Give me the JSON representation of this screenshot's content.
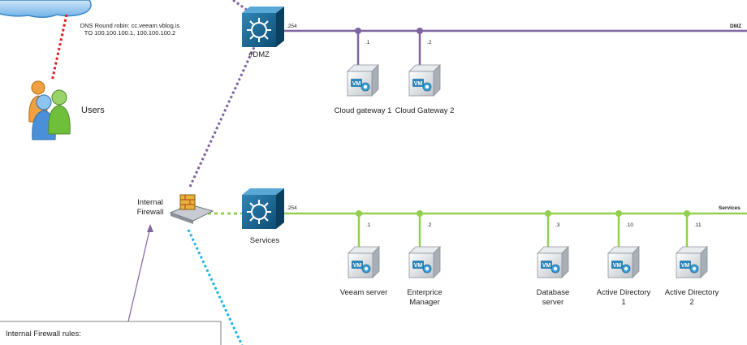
{
  "cloud": {
    "dns_line1": "DNS Round robin: cc.veeam.vblog.is",
    "dns_line2": "TO 100.100.100.1, 100.100.100.2"
  },
  "users": {
    "label": "Users"
  },
  "dmz_switch": {
    "label": "#DMZ",
    "ip": ".254",
    "network": "DMZ"
  },
  "services_switch": {
    "label": "Services",
    "ip": ".254",
    "network": "Services"
  },
  "firewall": {
    "label_line1": "Internal",
    "label_line2": "Firewall"
  },
  "dmz_vms": [
    {
      "ip": ".1",
      "icon": "VM",
      "label_line1": "Cloud gateway 1",
      "label_line2": ""
    },
    {
      "ip": ".2",
      "icon": "VM",
      "label_line1": "Cloud Gateway 2",
      "label_line2": ""
    }
  ],
  "services_vms": [
    {
      "ip": ".1",
      "icon": "VM",
      "label_line1": "Veeam server",
      "label_line2": ""
    },
    {
      "ip": ".2",
      "icon": "VM",
      "label_line1": "Enterprice",
      "label_line2": "Manager"
    },
    {
      "ip": ".3",
      "icon": "VM",
      "label_line1": "Database",
      "label_line2": "server"
    },
    {
      "ip": ".10",
      "icon": "VM",
      "label_line1": "Active Directory",
      "label_line2": "1"
    },
    {
      "ip": ".11",
      "icon": "VM",
      "label_line1": "Active Directory",
      "label_line2": "2"
    }
  ],
  "rules_box": {
    "title": "Internal Firewall rules:"
  },
  "colors": {
    "dmz_line": "#8064a2",
    "services_line": "#92d050",
    "red_dotted": "#e02020",
    "blue_dotted": "#1fb4e6",
    "switch": "#1a6a96"
  }
}
